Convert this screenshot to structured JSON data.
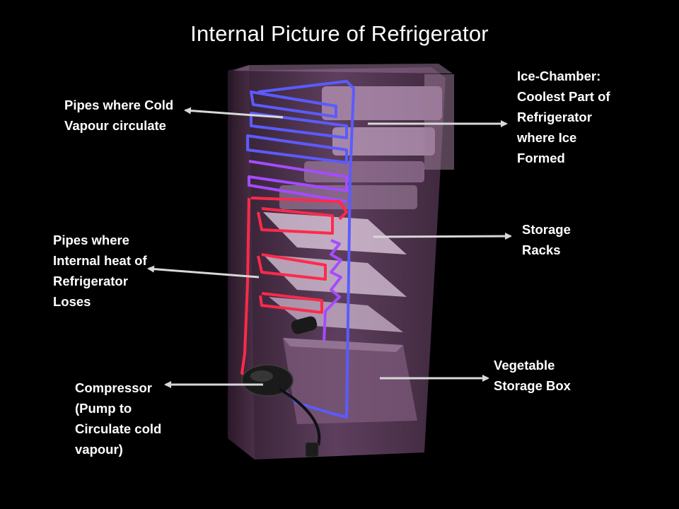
{
  "title": "Internal Picture of  Refrigerator",
  "labels": {
    "ice_chamber": [
      "Ice-Chamber:",
      "Coolest Part of",
      "Refrigerator",
      "where Ice",
      "Formed"
    ],
    "cold_pipes": [
      "Pipes where Cold",
      "Vapour circulate"
    ],
    "heat_pipes": [
      "Pipes where",
      "Internal heat of",
      "Refrigerator",
      "Loses"
    ],
    "storage_racks": [
      "Storage",
      "Racks"
    ],
    "vegetable_box": [
      "Vegetable",
      "Storage Box"
    ],
    "compressor": [
      "Compressor",
      "(Pump to",
      "Circulate  cold",
      "vapour)"
    ]
  },
  "colors": {
    "background": "#000000",
    "cabinet": "#6e4a6e",
    "cold_pipe": "#5b5bff",
    "hot_pipe": "#ff2a4a",
    "mid_pipe": "#a44cff",
    "arrow": "#d8d8d8"
  }
}
